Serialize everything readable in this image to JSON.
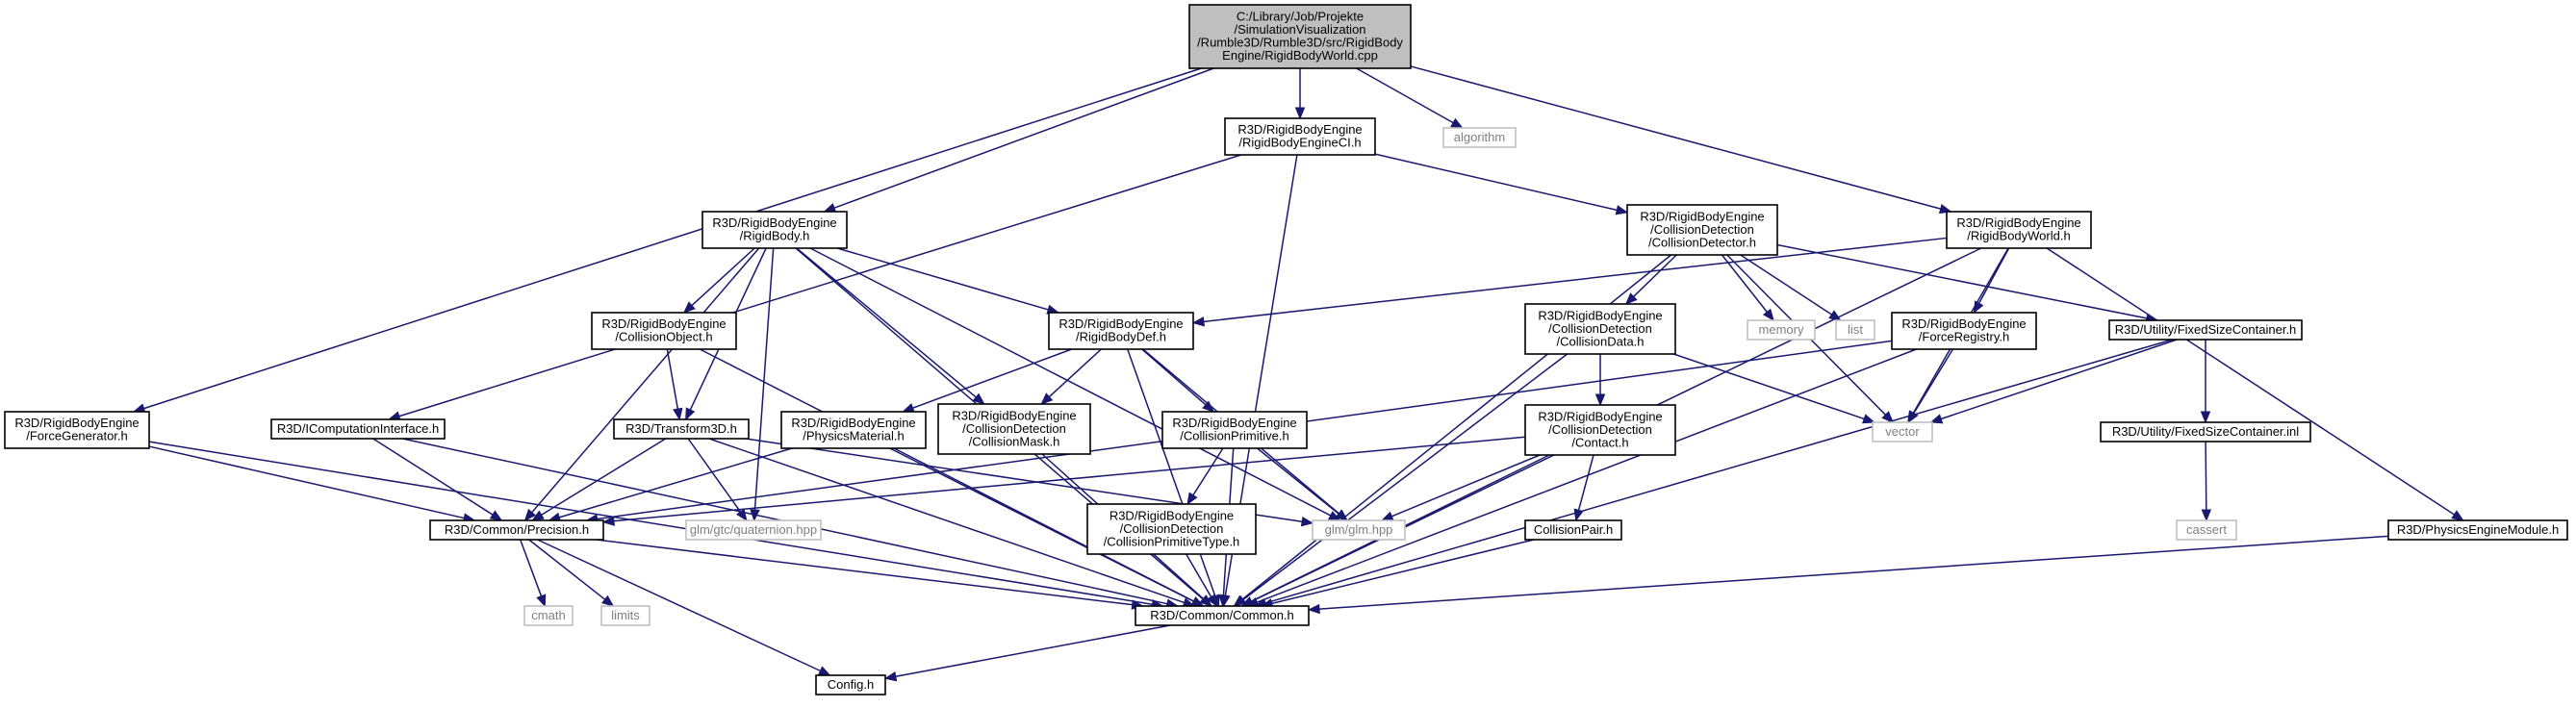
{
  "graph": {
    "title": "",
    "edge_color": "#191970",
    "root_fill": "#bfbfbf",
    "external_border": "#bfbfbf",
    "nodes": [
      {
        "id": "root",
        "kind": "root",
        "lines": [
          "C:/Library/Job/Projekte",
          "/SimulationVisualization",
          "/Rumble3D/Rumble3D/src/RigidBody",
          "Engine/RigidBodyWorld.cpp"
        ]
      },
      {
        "id": "cl",
        "kind": "file",
        "lines": [
          "R3D/RigidBodyEngine",
          "/RigidBodyEngineCI.h"
        ]
      },
      {
        "id": "algorithm",
        "kind": "external",
        "lines": [
          "algorithm"
        ]
      },
      {
        "id": "rigidbody",
        "kind": "file",
        "lines": [
          "R3D/RigidBodyEngine",
          "/RigidBody.h"
        ]
      },
      {
        "id": "colldet",
        "kind": "file",
        "lines": [
          "R3D/RigidBodyEngine",
          "/CollisionDetection",
          "/CollisionDetector.h"
        ]
      },
      {
        "id": "rbworld",
        "kind": "file",
        "lines": [
          "R3D/RigidBodyEngine",
          "/RigidBodyWorld.h"
        ]
      },
      {
        "id": "collobj",
        "kind": "file",
        "lines": [
          "R3D/RigidBodyEngine",
          "/CollisionObject.h"
        ]
      },
      {
        "id": "rbdef",
        "kind": "file",
        "lines": [
          "R3D/RigidBodyEngine",
          "/RigidBodyDef.h"
        ]
      },
      {
        "id": "colldata",
        "kind": "file",
        "lines": [
          "R3D/RigidBodyEngine",
          "/CollisionDetection",
          "/CollisionData.h"
        ]
      },
      {
        "id": "memory",
        "kind": "external",
        "lines": [
          "memory"
        ]
      },
      {
        "id": "list",
        "kind": "external",
        "lines": [
          "list"
        ]
      },
      {
        "id": "forcereg",
        "kind": "file",
        "lines": [
          "R3D/RigidBodyEngine",
          "/ForceRegistry.h"
        ]
      },
      {
        "id": "fixedsize",
        "kind": "file",
        "lines": [
          "R3D/Utility/FixedSizeContainer.h"
        ]
      },
      {
        "id": "forcegen",
        "kind": "file",
        "lines": [
          "R3D/RigidBodyEngine",
          "/ForceGenerator.h"
        ]
      },
      {
        "id": "icomp",
        "kind": "file",
        "lines": [
          "R3D/IComputationInterface.h"
        ]
      },
      {
        "id": "transform",
        "kind": "file",
        "lines": [
          "R3D/Transform3D.h"
        ]
      },
      {
        "id": "physmat",
        "kind": "file",
        "lines": [
          "R3D/RigidBodyEngine",
          "/PhysicsMaterial.h"
        ]
      },
      {
        "id": "collmask",
        "kind": "file",
        "lines": [
          "R3D/RigidBodyEngine",
          "/CollisionDetection",
          "/CollisionMask.h"
        ]
      },
      {
        "id": "collprim",
        "kind": "file",
        "lines": [
          "R3D/RigidBodyEngine",
          "/CollisionPrimitive.h"
        ]
      },
      {
        "id": "contact",
        "kind": "file",
        "lines": [
          "R3D/RigidBodyEngine",
          "/CollisionDetection",
          "/Contact.h"
        ]
      },
      {
        "id": "vector",
        "kind": "external",
        "lines": [
          "vector"
        ]
      },
      {
        "id": "fixedinl",
        "kind": "file",
        "lines": [
          "R3D/Utility/FixedSizeContainer.inl"
        ]
      },
      {
        "id": "precision",
        "kind": "file",
        "lines": [
          "R3D/Common/Precision.h"
        ]
      },
      {
        "id": "quat",
        "kind": "external",
        "lines": [
          "glm/gtc/quaternion.hpp"
        ]
      },
      {
        "id": "collprimtype",
        "kind": "file",
        "lines": [
          "R3D/RigidBodyEngine",
          "/CollisionDetection",
          "/CollisionPrimitiveType.h"
        ]
      },
      {
        "id": "glm",
        "kind": "external",
        "lines": [
          "glm/glm.hpp"
        ]
      },
      {
        "id": "collpair",
        "kind": "file",
        "lines": [
          "CollisionPair.h"
        ]
      },
      {
        "id": "cassert",
        "kind": "external",
        "lines": [
          "cassert"
        ]
      },
      {
        "id": "physmodule",
        "kind": "file",
        "lines": [
          "R3D/PhysicsEngineModule.h"
        ]
      },
      {
        "id": "cmath",
        "kind": "external",
        "lines": [
          "cmath"
        ]
      },
      {
        "id": "limits",
        "kind": "external",
        "lines": [
          "limits"
        ]
      },
      {
        "id": "common",
        "kind": "file",
        "lines": [
          "R3D/Common/Common.h"
        ]
      },
      {
        "id": "config",
        "kind": "file",
        "lines": [
          "Config.h"
        ]
      }
    ],
    "edges": [
      [
        "root",
        "cl"
      ],
      [
        "root",
        "algorithm"
      ],
      [
        "root",
        "rigidbody"
      ],
      [
        "root",
        "rbworld"
      ],
      [
        "root",
        "forcegen"
      ],
      [
        "cl",
        "icomp"
      ],
      [
        "cl",
        "colldet"
      ],
      [
        "cl",
        "common"
      ],
      [
        "rigidbody",
        "collobj"
      ],
      [
        "rigidbody",
        "rbdef"
      ],
      [
        "rigidbody",
        "transform"
      ],
      [
        "rigidbody",
        "precision"
      ],
      [
        "rigidbody",
        "common"
      ],
      [
        "rigidbody",
        "quat"
      ],
      [
        "rigidbody",
        "collmask"
      ],
      [
        "rigidbody",
        "glm"
      ],
      [
        "colldet",
        "colldata"
      ],
      [
        "colldet",
        "memory"
      ],
      [
        "colldet",
        "list"
      ],
      [
        "colldet",
        "vector"
      ],
      [
        "colldet",
        "fixedsize"
      ],
      [
        "colldet",
        "common"
      ],
      [
        "rbworld",
        "rbdef"
      ],
      [
        "rbworld",
        "forcereg"
      ],
      [
        "rbworld",
        "vector"
      ],
      [
        "rbworld",
        "physmodule"
      ],
      [
        "rbworld",
        "common"
      ],
      [
        "collobj",
        "transform"
      ],
      [
        "collobj",
        "common"
      ],
      [
        "rbdef",
        "physmat"
      ],
      [
        "rbdef",
        "collmask"
      ],
      [
        "rbdef",
        "collprim"
      ],
      [
        "rbdef",
        "glm"
      ],
      [
        "rbdef",
        "common"
      ],
      [
        "colldata",
        "contact"
      ],
      [
        "colldata",
        "vector"
      ],
      [
        "colldata",
        "common"
      ],
      [
        "forcereg",
        "vector"
      ],
      [
        "forcereg",
        "precision"
      ],
      [
        "forcereg",
        "common"
      ],
      [
        "fixedsize",
        "vector"
      ],
      [
        "fixedsize",
        "fixedinl"
      ],
      [
        "fixedsize",
        "common"
      ],
      [
        "fixedinl",
        "cassert"
      ],
      [
        "forcegen",
        "precision"
      ],
      [
        "forcegen",
        "common"
      ],
      [
        "icomp",
        "precision"
      ],
      [
        "icomp",
        "common"
      ],
      [
        "transform",
        "precision"
      ],
      [
        "transform",
        "quat"
      ],
      [
        "transform",
        "glm"
      ],
      [
        "transform",
        "common"
      ],
      [
        "physmat",
        "precision"
      ],
      [
        "physmat",
        "common"
      ],
      [
        "collmask",
        "common"
      ],
      [
        "collprim",
        "collprimtype"
      ],
      [
        "collprim",
        "glm"
      ],
      [
        "collprim",
        "common"
      ],
      [
        "contact",
        "collpair"
      ],
      [
        "contact",
        "glm"
      ],
      [
        "contact",
        "precision"
      ],
      [
        "contact",
        "common"
      ],
      [
        "collprimtype",
        "common"
      ],
      [
        "collpair",
        "common"
      ],
      [
        "physmodule",
        "common"
      ],
      [
        "precision",
        "cmath"
      ],
      [
        "precision",
        "limits"
      ],
      [
        "precision",
        "config"
      ],
      [
        "precision",
        "common"
      ],
      [
        "common",
        "config"
      ]
    ]
  }
}
